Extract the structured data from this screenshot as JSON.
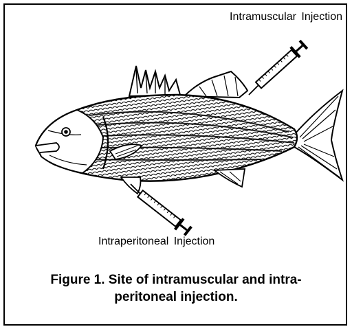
{
  "figure": {
    "label_intramuscular": "Intramuscular  Injection",
    "label_intraperitoneal": "Intraperitoneal  Injection",
    "caption_line1": "Figure 1. Site of intramuscular and intra-",
    "caption_line2": "peritoneal  injection."
  }
}
